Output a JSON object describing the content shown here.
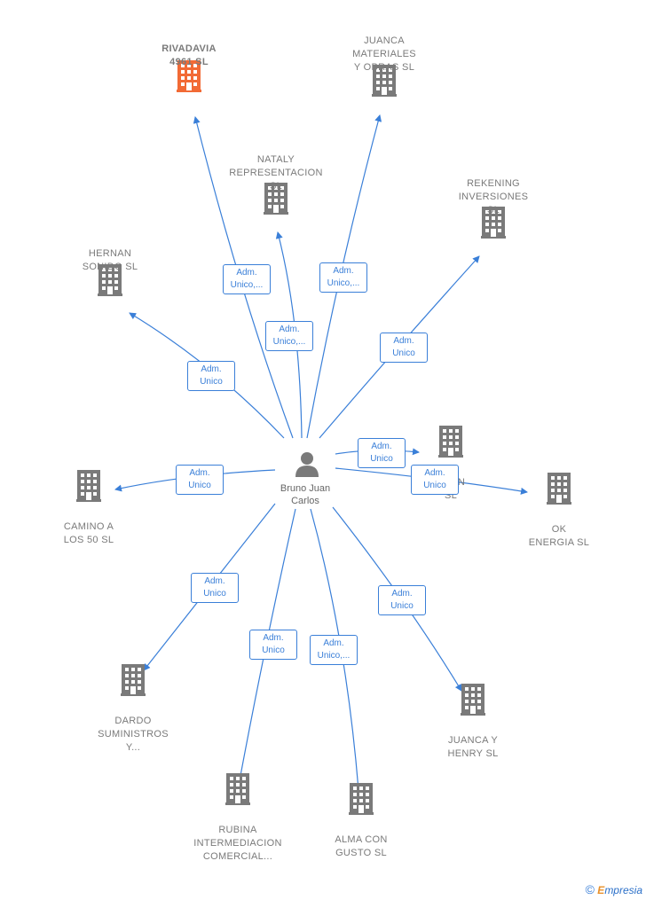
{
  "center": {
    "name": "Bruno Juan\nCarlos",
    "icon": "person-icon"
  },
  "nodes": [
    {
      "id": "rivadavia",
      "name": "RIVADAVIA\n4961  SL",
      "highlight": true
    },
    {
      "id": "juanca-materiales",
      "name": "JUANCA\nMATERIALES\nY OBRAS  SL"
    },
    {
      "id": "nataly",
      "name": "NATALY\nREPRESENTACION\nSL"
    },
    {
      "id": "rekening",
      "name": "REKENING\nINVERSIONES\nSL"
    },
    {
      "id": "hernan-sonido",
      "name": "HERNAN\nSONIDO  SL"
    },
    {
      "id": "hernan-sl",
      "name": "RNAN\nSL"
    },
    {
      "id": "camino",
      "name": "CAMINO A\nLOS 50  SL"
    },
    {
      "id": "ok-energia",
      "name": "OK\nENERGIA  SL"
    },
    {
      "id": "dardo",
      "name": "DARDO\nSUMINISTROS\nY..."
    },
    {
      "id": "juanca-henry",
      "name": "JUANCA Y\nHENRY  SL"
    },
    {
      "id": "rubina",
      "name": "RUBINA\nINTERMEDIACION\nCOMERCIAL..."
    },
    {
      "id": "alma",
      "name": "ALMA CON\nGUSTO  SL"
    }
  ],
  "edges": [
    {
      "to": "rivadavia",
      "label": "Adm.\nUnico,..."
    },
    {
      "to": "juanca-materiales",
      "label": "Adm.\nUnico,..."
    },
    {
      "to": "nataly",
      "label": "Adm.\nUnico,..."
    },
    {
      "to": "rekening",
      "label": "Adm.\nUnico"
    },
    {
      "to": "hernan-sonido",
      "label": "Adm.\nUnico"
    },
    {
      "to": "hernan-sl",
      "label": "Adm.\nUnico"
    },
    {
      "to": "camino",
      "label": "Adm.\nUnico"
    },
    {
      "to": "ok-energia",
      "label": "Adm.\nUnico"
    },
    {
      "to": "dardo",
      "label": "Adm.\nUnico"
    },
    {
      "to": "juanca-henry",
      "label": "Adm.\nUnico"
    },
    {
      "to": "rubina",
      "label": "Adm.\nUnico"
    },
    {
      "to": "alma",
      "label": "Adm.\nUnico,..."
    }
  ],
  "colors": {
    "edge": "#3a7fd8",
    "building": "#7a7a7a",
    "highlight": "#f26a35",
    "person": "#7a7a7a"
  },
  "footer": {
    "copyright": "©",
    "brand_initial": "E",
    "brand_rest": "mpresia"
  }
}
